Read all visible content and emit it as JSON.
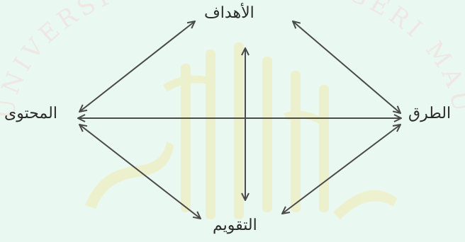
{
  "diagram": {
    "nodes": {
      "goals": "الأهداف",
      "content": "المحتوى",
      "methods": "الطرق",
      "evaluation": "التقويم"
    },
    "edges": [
      {
        "from": "goals",
        "to": "content",
        "directed": "both"
      },
      {
        "from": "goals",
        "to": "methods",
        "directed": "both"
      },
      {
        "from": "goals",
        "to": "evaluation",
        "directed": "both"
      },
      {
        "from": "content",
        "to": "methods",
        "directed": "both"
      },
      {
        "from": "content",
        "to": "evaluation",
        "directed": "both"
      },
      {
        "from": "methods",
        "to": "evaluation",
        "directed": "both"
      }
    ],
    "colors": {
      "background": "#e9f8f0",
      "watermark": "#f2ebb0",
      "watermark_text": "#f3dada",
      "arrow": "#4a4a4a",
      "text": "#2c2c2c"
    }
  },
  "watermark": {
    "top_text": "UNIVERSITAS ISLAM NEGERI MAULANA MALIK IBRAHIM"
  }
}
